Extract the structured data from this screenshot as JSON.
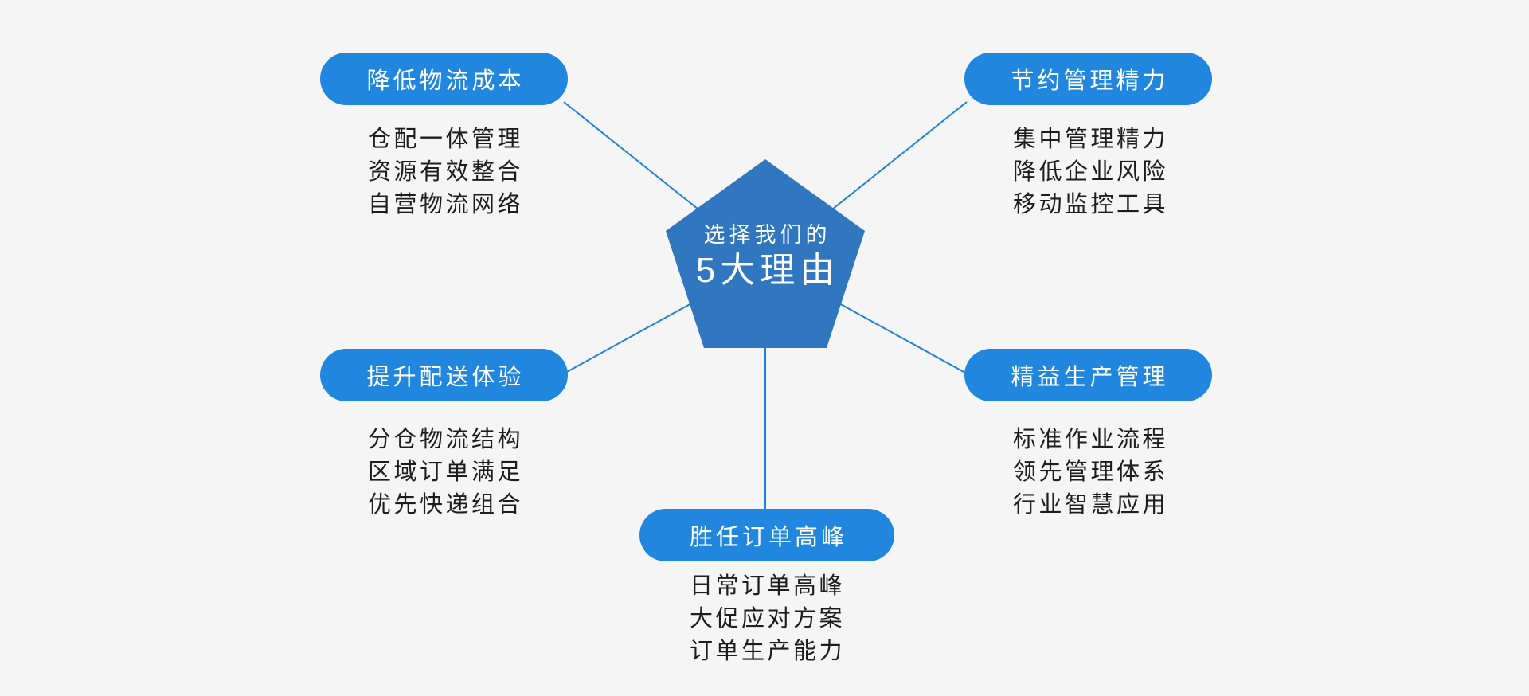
{
  "background_color": "#f5f5f6",
  "colors": {
    "pill_blue": "#2186de",
    "pentagon_blue": "#3077c0",
    "connector_line_blue": "#1f82d9",
    "pill_text": "#ffffff",
    "list_text": "#1d1d1d"
  },
  "center": {
    "subtitle": "选择我们的",
    "heading": "5大理由"
  },
  "branches": [
    {
      "position": "top-left",
      "title": "降低物流成本",
      "items": [
        "仓配一体管理",
        "资源有效整合",
        "自营物流网络"
      ]
    },
    {
      "position": "top-right",
      "title": "节约管理精力",
      "items": [
        "集中管理精力",
        "降低企业风险",
        "移动监控工具"
      ]
    },
    {
      "position": "bottom-left",
      "title": "提升配送体验",
      "items": [
        "分仓物流结构",
        "区域订单满足",
        "优先快递组合"
      ]
    },
    {
      "position": "bottom-right",
      "title": "精益生产管理",
      "items": [
        "标准作业流程",
        "领先管理体系",
        "行业智慧应用"
      ]
    },
    {
      "position": "bottom-center",
      "title": "胜任订单高峰",
      "items": [
        "日常订单高峰",
        "大促应对方案",
        "订单生产能力"
      ]
    }
  ]
}
